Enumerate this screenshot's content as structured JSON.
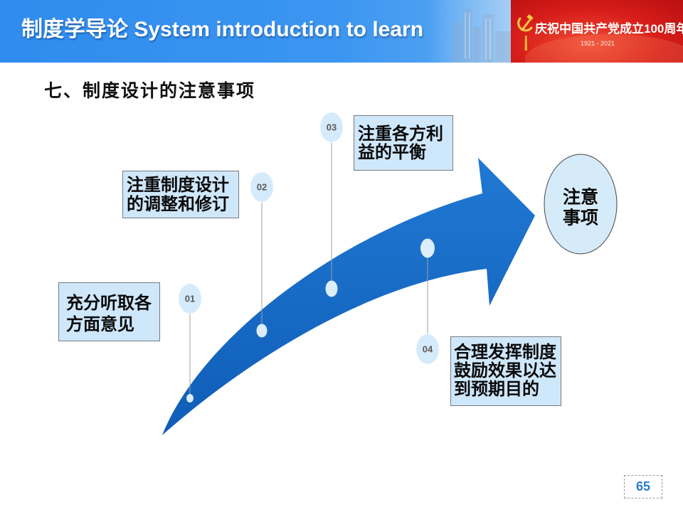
{
  "header": {
    "title": "制度学导论 System introduction to learn",
    "banner_text": "庆祝中国共产党成立100周年",
    "banner_years": "1921 - 2021",
    "banner_icon": "party-emblem-icon"
  },
  "section_title": "七、制度设计的注意事项",
  "center_node": {
    "lines": [
      "注意",
      "事项"
    ]
  },
  "steps": [
    {
      "number": "01",
      "lines": [
        "充分听取各",
        "方面意见"
      ]
    },
    {
      "number": "02",
      "lines": [
        "注重制度设计",
        "的调整和修订"
      ]
    },
    {
      "number": "03",
      "lines": [
        "注重各方利",
        "益的平衡"
      ]
    },
    {
      "number": "04",
      "lines": [
        "合理发挥制度",
        "鼓励效果以达",
        "到预期目的"
      ]
    }
  ],
  "page_number": "65",
  "colors": {
    "header_blue": "#3a94f0",
    "banner_red": "#d81e1b",
    "arrow_blue": "#1668c4",
    "node_fill": "#d6ebfa",
    "box_fill": "#cfe7fb",
    "page_number": "#2a7bd0"
  }
}
